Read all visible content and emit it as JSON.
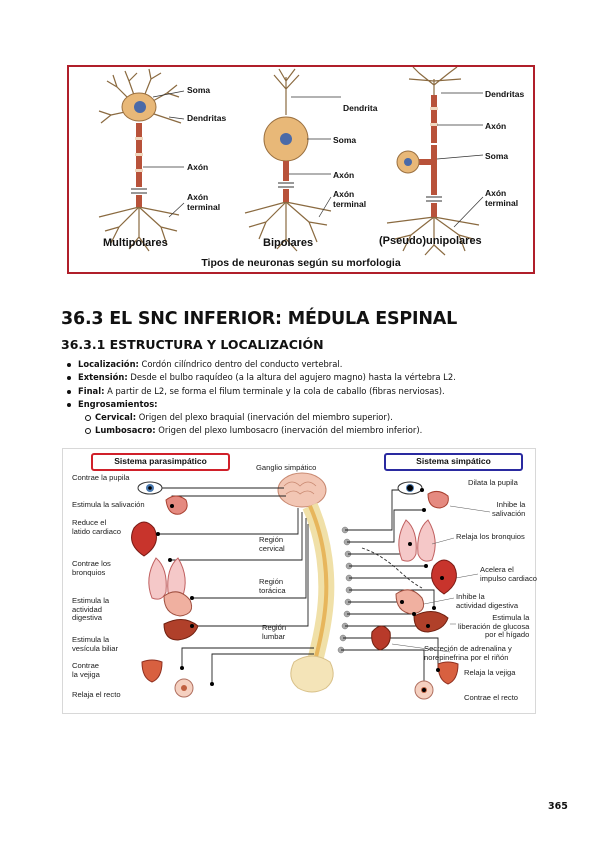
{
  "figure1": {
    "caption": "Tipos de neuronas según su morfologia",
    "types": [
      "Multipolares",
      "Bipolares",
      "(Pseudo)unipolares"
    ],
    "multipolar_labels": {
      "soma": "Soma",
      "dendrites": "Dendritas",
      "axon": "Axón",
      "terminal_1": "Axón",
      "terminal_2": "terminal"
    },
    "bipolar_labels": {
      "dendrite": "Dendrita",
      "soma": "Soma",
      "axon": "Axón",
      "terminal_1": "Axón",
      "terminal_2": "terminal"
    },
    "unipolar_labels": {
      "dendrites": "Dendritas",
      "axon": "Axón",
      "soma": "Soma",
      "terminal_1": "Axón",
      "terminal_2": "terminal"
    }
  },
  "section": {
    "title": "36.3 EL SNC INFERIOR: MÉDULA ESPINAL",
    "subtitle": "36.3.1 ESTRUCTURA Y LOCALIZACIÓN",
    "items": [
      {
        "term": "Localización:",
        "text": " Cordón cilíndrico dentro del conducto vertebral."
      },
      {
        "term": "Extensión:",
        "text": " Desde el bulbo raquídeo (a la altura del agujero magno) hasta la vértebra L2."
      },
      {
        "term": "Final:",
        "text": " A partir de L2, se forma el filum terminale y la cola de caballo (fibras nerviosas)."
      },
      {
        "term": "Engrosamientos:",
        "text": ""
      }
    ],
    "subitems": [
      {
        "term": "Cervical:",
        "text": " Origen del plexo braquial (inervación del miembro superior)."
      },
      {
        "term": "Lumbosacro:",
        "text": " Origen del plexo lumbosacro (inervación del miembro inferior)."
      }
    ]
  },
  "figure2": {
    "parasympathetic_title": "Sistema parasimpático",
    "sympathetic_title": "Sistema simpático",
    "center": {
      "ganglion": "Ganglio simpático",
      "cervical_1": "Región",
      "cervical_2": "cervical",
      "thoracic_1": "Región",
      "thoracic_2": "torácica",
      "lumbar_1": "Región",
      "lumbar_2": "lumbar"
    },
    "left_labels": [
      [
        "Contrae la pupila"
      ],
      [
        "Estimula la salivación"
      ],
      [
        "Reduce el",
        "latido cardiaco"
      ],
      [
        "Contrae los",
        "bronquios"
      ],
      [
        "Estimula la",
        "actividad",
        "digestiva"
      ],
      [
        "Estimula la",
        "vesícula biliar"
      ],
      [
        "Contrae",
        "la vejiga"
      ],
      [
        "Relaja el recto"
      ]
    ],
    "right_labels": [
      [
        "Dilata la pupila"
      ],
      [
        "Inhibe la",
        "salivación"
      ],
      [
        "Relaja los bronquios"
      ],
      [
        "Acelera el",
        "impulso cardiaco"
      ],
      [
        "Inhibe la",
        "actividad digestiva"
      ],
      [
        "Estimula la",
        "liberación de glucosa",
        "por el hígado"
      ],
      [
        "Secreción de adrenalina y",
        "norepinefrina por el riñón"
      ],
      [
        "Relaja la vejiga"
      ],
      [
        "Contrae el recto"
      ]
    ]
  },
  "page_number": "365",
  "colors": {
    "frame_red": "#b01f2a",
    "parasympathetic_box": "#d0202a",
    "sympathetic_box": "#2a2aa0",
    "organ_red": "#c8342c",
    "neuron_orange": "#e0a070"
  }
}
